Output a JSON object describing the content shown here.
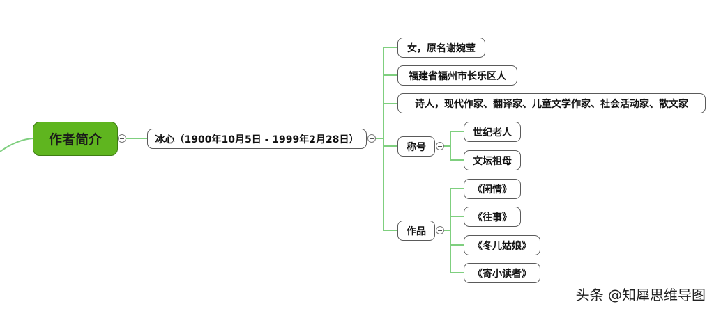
{
  "root": {
    "label": "作者简介"
  },
  "person": {
    "label": "冰心（1900年10月5日 - 1999年2月28日）"
  },
  "details": {
    "gender_name": "女，原名谢婉莹",
    "hometown": "福建省福州市长乐区人",
    "occupations": "诗人，现代作家、翻译家、儿童文学作家、社会活动家、散文家"
  },
  "titles": {
    "label": "称号",
    "items": [
      "世纪老人",
      "文坛祖母"
    ]
  },
  "works": {
    "label": "作品",
    "items": [
      "《闲情》",
      "《往事》",
      "《冬儿姑娘》",
      "《寄小读者》"
    ]
  },
  "watermark": "头条 @知犀思维导图",
  "colors": {
    "connector": "#7fcf7f",
    "root_fill": "#5fb51f",
    "node_border": "#5a5a5a"
  }
}
